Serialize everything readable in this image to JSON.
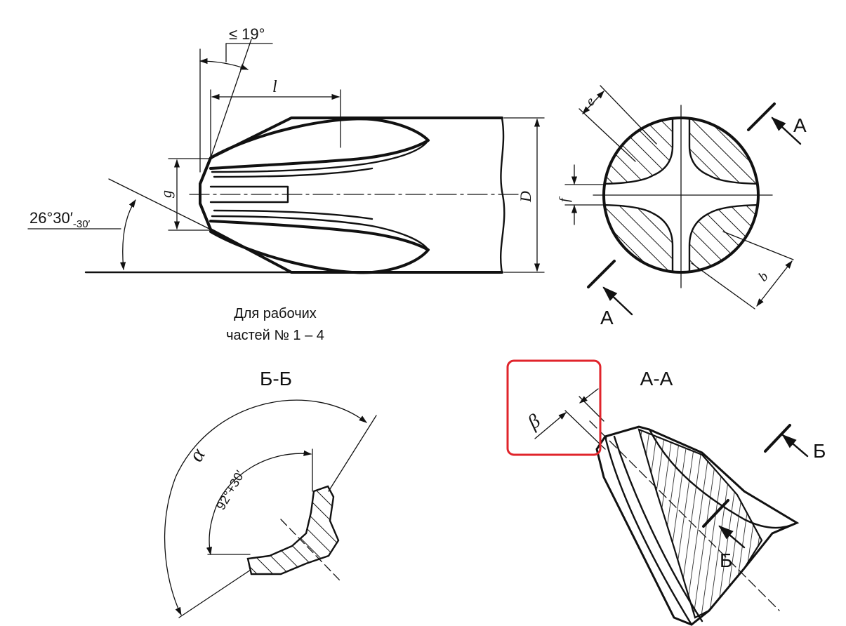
{
  "labels": {
    "angle_max": "≤ 19°",
    "length_l": "l",
    "dim_g": "g",
    "dim_D": "D",
    "tip_angle": "26°30′",
    "tip_angle_tol": "-30′",
    "caption_line1": "Для рабочих",
    "caption_line2": "частей № 1 – 4",
    "dim_e": "e",
    "dim_f": "f",
    "dim_b": "b",
    "cut_A_top": "А",
    "cut_A_bottom": "А",
    "section_bb_title": "Б-Б",
    "section_aa_title": "А-А",
    "alpha": "α",
    "angle_92": "92°+30′",
    "beta": "β",
    "cut_B_top": "Б",
    "cut_B_bottom": "Б"
  },
  "highlight": {
    "color": "#e0242b"
  },
  "line_color": "#111111"
}
